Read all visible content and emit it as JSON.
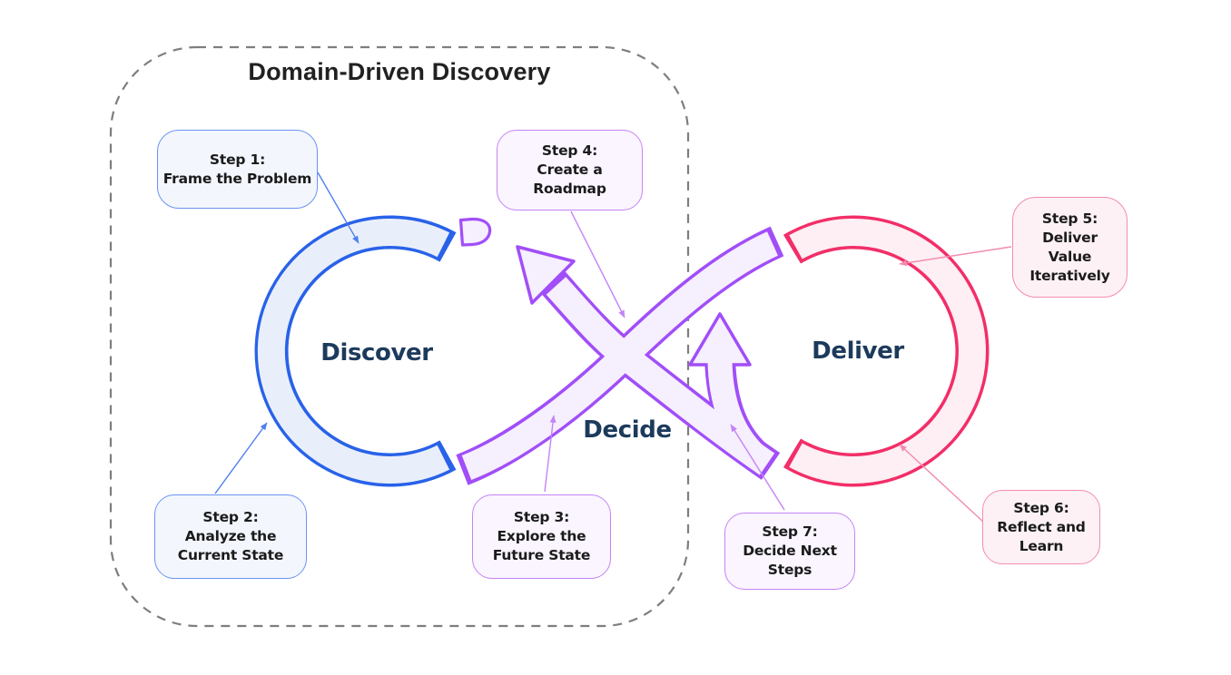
{
  "frame": {
    "title": "Domain-Driven Discovery"
  },
  "labels": {
    "discover": "Discover",
    "deliver": "Deliver",
    "decide": "Decide"
  },
  "steps": [
    {
      "title": "Step 1:",
      "line1": "Frame the Problem"
    },
    {
      "title": "Step 2:",
      "line1": "Analyze the",
      "line2": "Current State"
    },
    {
      "title": "Step 3:",
      "line1": "Explore the",
      "line2": "Future State"
    },
    {
      "title": "Step 4:",
      "line1": "Create a",
      "line2": "Roadmap"
    },
    {
      "title": "Step 5:",
      "line1": "Deliver",
      "line2": "Value",
      "line3": "Iteratively"
    },
    {
      "title": "Step 6:",
      "line1": "Reflect and",
      "line2": "Learn"
    },
    {
      "title": "Step 7:",
      "line1": "Decide Next",
      "line2": "Steps"
    }
  ],
  "colors": {
    "discover_arc": "#2962e9",
    "discover_fill": "#e9effa",
    "deliver_arc": "#f22e68",
    "deliver_fill": "#fdeff4",
    "decide_arc": "#a14ef8",
    "decide_fill": "#f6effd",
    "loop_label_text": "#1c3a5c",
    "step_text": "#1b1b1b",
    "frame_dash": "#7e7e7e"
  }
}
